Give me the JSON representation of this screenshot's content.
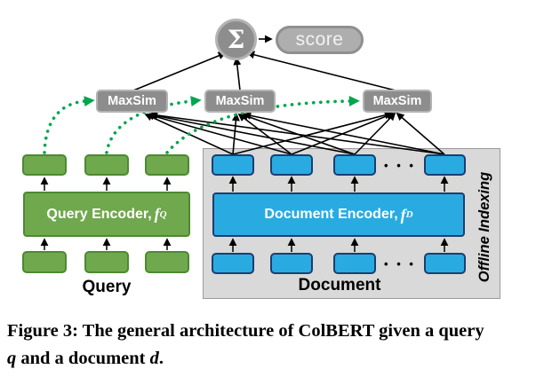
{
  "diagram": {
    "sigma": "Σ",
    "score": "score",
    "maxsim": "MaxSim",
    "query_encoder": {
      "label": "Query Encoder,",
      "f": "f",
      "sub": "Q"
    },
    "document_encoder": {
      "label": "Document Encoder,",
      "f": "f",
      "sub": "D"
    },
    "query_label": "Query",
    "document_label": "Document",
    "offline_indexing": "Offline Indexing",
    "ellipsis": "• • •"
  },
  "caption": {
    "line1": "Figure 3: The general architecture of ColBERT given a query",
    "q_var": "q",
    "mid": " and a document ",
    "d_var": "d",
    "end": "."
  },
  "colors": {
    "green_fill": "#6FA84D",
    "green_border": "#4C8A33",
    "blue_fill": "#29ABE2",
    "blue_border": "#1B3E6E",
    "gray_fill": "#8D8D8D",
    "gray_border": "#B3B3B3",
    "panel_fill": "#D9D9D9",
    "panel_border": "#9A9A9A",
    "arrow_green": "#00A64F"
  }
}
